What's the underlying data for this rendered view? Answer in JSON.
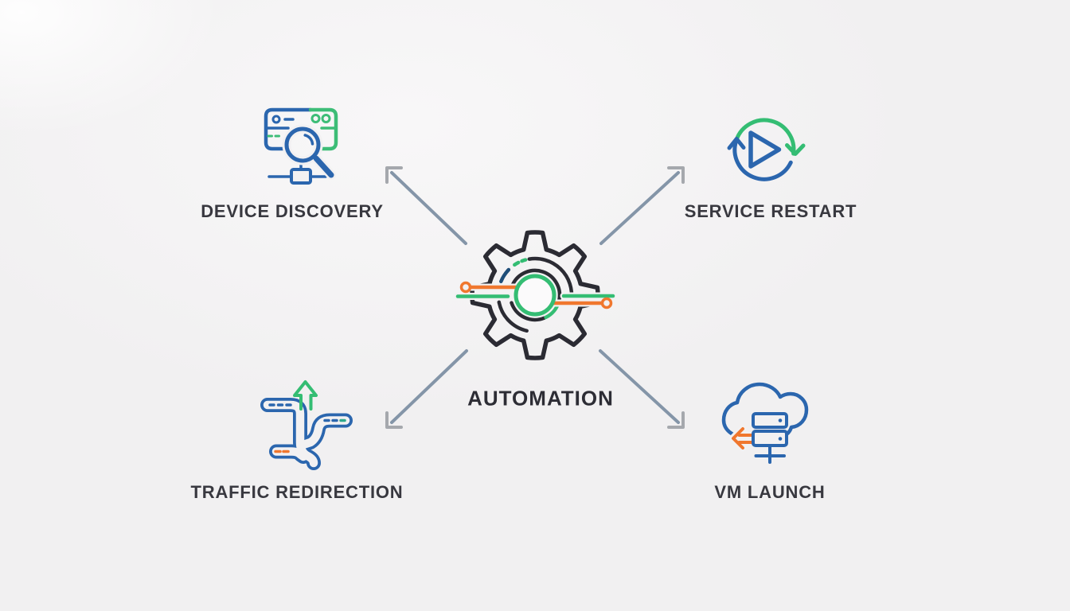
{
  "diagram": {
    "title": "AUTOMATION",
    "center": {
      "label": "AUTOMATION",
      "icon": "gear-icon"
    },
    "nodes": [
      {
        "id": "device-discovery",
        "label": "DEVICE DISCOVERY",
        "icon": "device-discovery-icon",
        "position": "top-left"
      },
      {
        "id": "service-restart",
        "label": "SERVICE RESTART",
        "icon": "service-restart-icon",
        "position": "top-right"
      },
      {
        "id": "traffic-redirection",
        "label": "TRAFFIC REDIRECTION",
        "icon": "traffic-redirection-icon",
        "position": "bottom-left"
      },
      {
        "id": "vm-launch",
        "label": "VM LAUNCH",
        "icon": "vm-launch-icon",
        "position": "bottom-right"
      }
    ],
    "colors": {
      "blue": "#2b66ae",
      "green": "#34bd73",
      "orange": "#f0772e",
      "navy": "#1f4e79",
      "teal": "#2fa98c",
      "dark": "#2b2b33",
      "arrowShaft": "#8495a8",
      "arrowHead": "#a5a8ad",
      "label": "#38383f",
      "background": "#f2f1f2"
    }
  }
}
